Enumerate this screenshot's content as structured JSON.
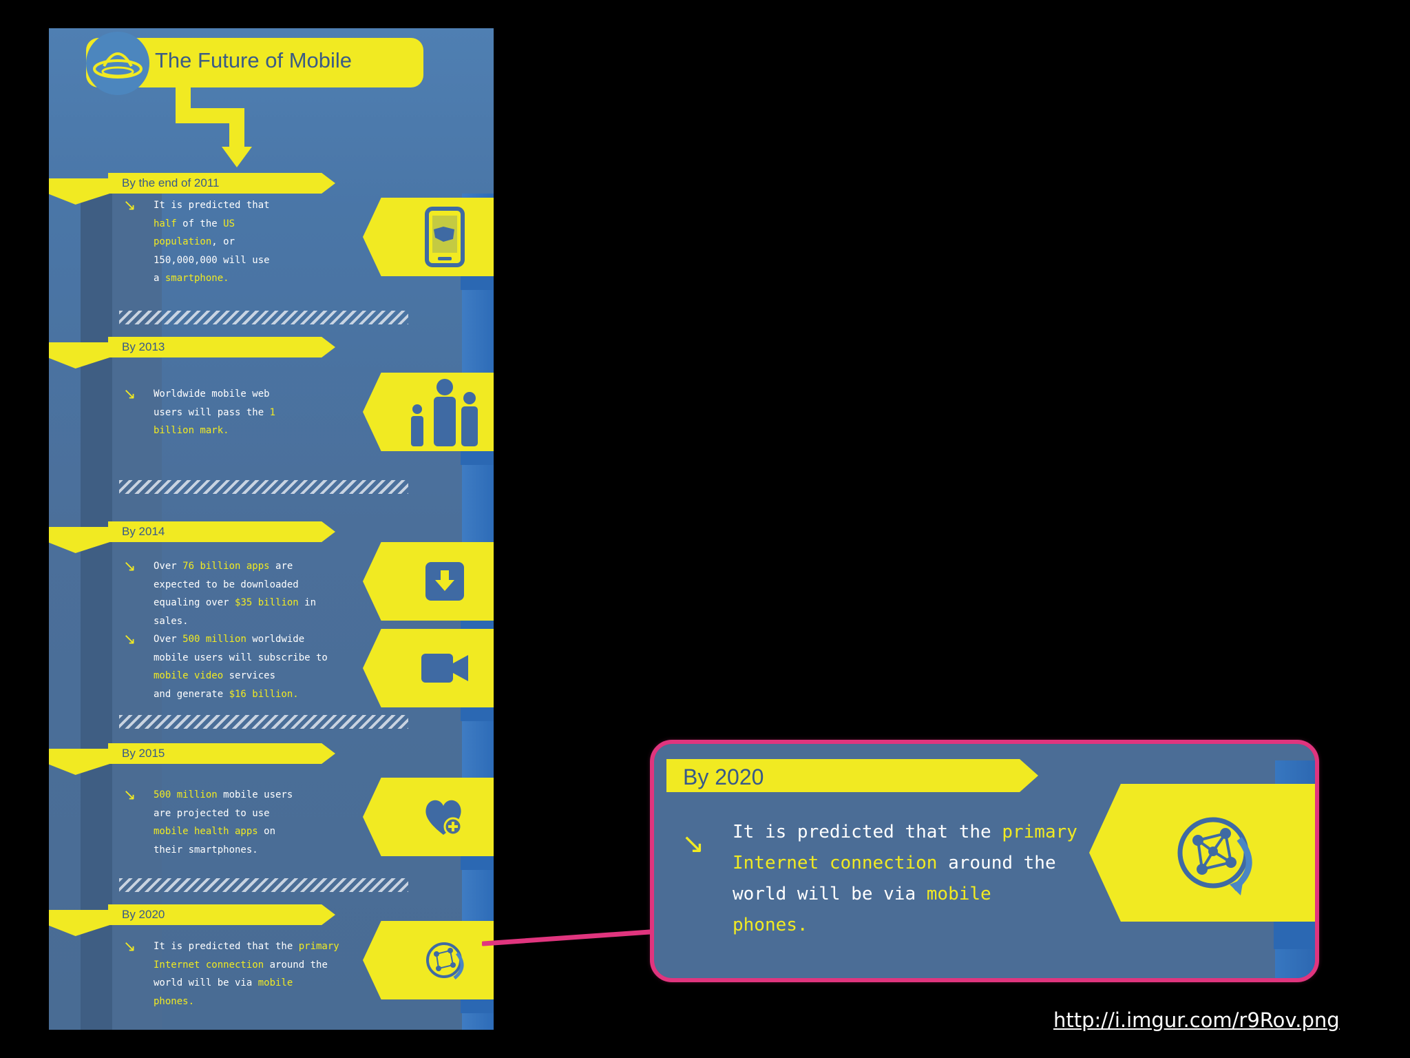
{
  "infographic": {
    "title": "The Future of Mobile",
    "sections": [
      {
        "year": "By the end of 2011",
        "bullets": [
          {
            "lines": [
              [
                {
                  "t": "It is predicted that",
                  "h": false
                }
              ],
              [
                {
                  "t": "half",
                  "h": true
                },
                {
                  "t": " of the ",
                  "h": false
                },
                {
                  "t": "US",
                  "h": true
                }
              ],
              [
                {
                  "t": "population",
                  "h": true
                },
                {
                  "t": ", or",
                  "h": false
                }
              ],
              [
                {
                  "t": "150,000,000 will use",
                  "h": false
                }
              ],
              [
                {
                  "t": "a ",
                  "h": false
                },
                {
                  "t": "smartphone.",
                  "h": true
                }
              ]
            ]
          }
        ],
        "icons": [
          "smartphone-map-icon"
        ]
      },
      {
        "year": "By 2013",
        "bullets": [
          {
            "lines": [
              [
                {
                  "t": "Worldwide mobile web",
                  "h": false
                }
              ],
              [
                {
                  "t": "users will pass the ",
                  "h": false
                },
                {
                  "t": "1",
                  "h": true
                }
              ],
              [
                {
                  "t": "billion mark.",
                  "h": true
                }
              ]
            ]
          }
        ],
        "icons": [
          "people-icon"
        ]
      },
      {
        "year": "By 2014",
        "bullets": [
          {
            "lines": [
              [
                {
                  "t": "Over ",
                  "h": false
                },
                {
                  "t": "76 billion apps",
                  "h": true
                },
                {
                  "t": " are",
                  "h": false
                }
              ],
              [
                {
                  "t": "expected to be downloaded",
                  "h": false
                }
              ],
              [
                {
                  "t": "equaling over ",
                  "h": false
                },
                {
                  "t": "$35 billion",
                  "h": true
                },
                {
                  "t": " in",
                  "h": false
                }
              ],
              [
                {
                  "t": "sales.",
                  "h": false
                }
              ]
            ]
          },
          {
            "lines": [
              [
                {
                  "t": "Over ",
                  "h": false
                },
                {
                  "t": "500 million",
                  "h": true
                },
                {
                  "t": " worldwide",
                  "h": false
                }
              ],
              [
                {
                  "t": "mobile users will subscribe to",
                  "h": false
                }
              ],
              [
                {
                  "t": "mobile video",
                  "h": true
                },
                {
                  "t": " services",
                  "h": false
                }
              ],
              [
                {
                  "t": "and generate ",
                  "h": false
                },
                {
                  "t": "$16 billion.",
                  "h": true
                }
              ]
            ]
          }
        ],
        "icons": [
          "download-icon",
          "video-camera-icon"
        ]
      },
      {
        "year": "By 2015",
        "bullets": [
          {
            "lines": [
              [
                {
                  "t": "500 million",
                  "h": true
                },
                {
                  "t": " mobile users",
                  "h": false
                }
              ],
              [
                {
                  "t": "are projected to use",
                  "h": false
                }
              ],
              [
                {
                  "t": "mobile health apps",
                  "h": true
                },
                {
                  "t": " on",
                  "h": false
                }
              ],
              [
                {
                  "t": "their smartphones.",
                  "h": false
                }
              ]
            ]
          }
        ],
        "icons": [
          "heart-plus-icon"
        ]
      },
      {
        "year": "By 2020",
        "bullets": [
          {
            "lines": [
              [
                {
                  "t": "It is predicted that the ",
                  "h": false
                },
                {
                  "t": "primary",
                  "h": true
                }
              ],
              [
                {
                  "t": "Internet connection",
                  "h": true
                },
                {
                  "t": " around the",
                  "h": false
                }
              ],
              [
                {
                  "t": "world will be via ",
                  "h": false
                },
                {
                  "t": "mobile",
                  "h": true
                }
              ],
              [
                {
                  "t": "phones.",
                  "h": true
                }
              ]
            ]
          }
        ],
        "icons": [
          "globe-network-icon"
        ]
      }
    ]
  },
  "zoom": {
    "year": "By 2020",
    "lines": [
      [
        {
          "t": "It is predicted that the ",
          "h": false
        },
        {
          "t": "primary",
          "h": true
        }
      ],
      [
        {
          "t": "Internet connection",
          "h": true
        },
        {
          "t": " around the",
          "h": false
        }
      ],
      [
        {
          "t": "world will be via ",
          "h": false
        },
        {
          "t": "mobile",
          "h": true
        }
      ],
      [
        {
          "t": "phones.",
          "h": true
        }
      ]
    ],
    "icon": "globe-network-icon"
  },
  "source": {
    "url_text": "http://i.imgur.com/r9Rov.png"
  },
  "colors": {
    "accent_yellow": "#f1ea22",
    "panel_blue": "#4b6d96",
    "callout_pink": "#e0357e",
    "background": "#000000"
  }
}
